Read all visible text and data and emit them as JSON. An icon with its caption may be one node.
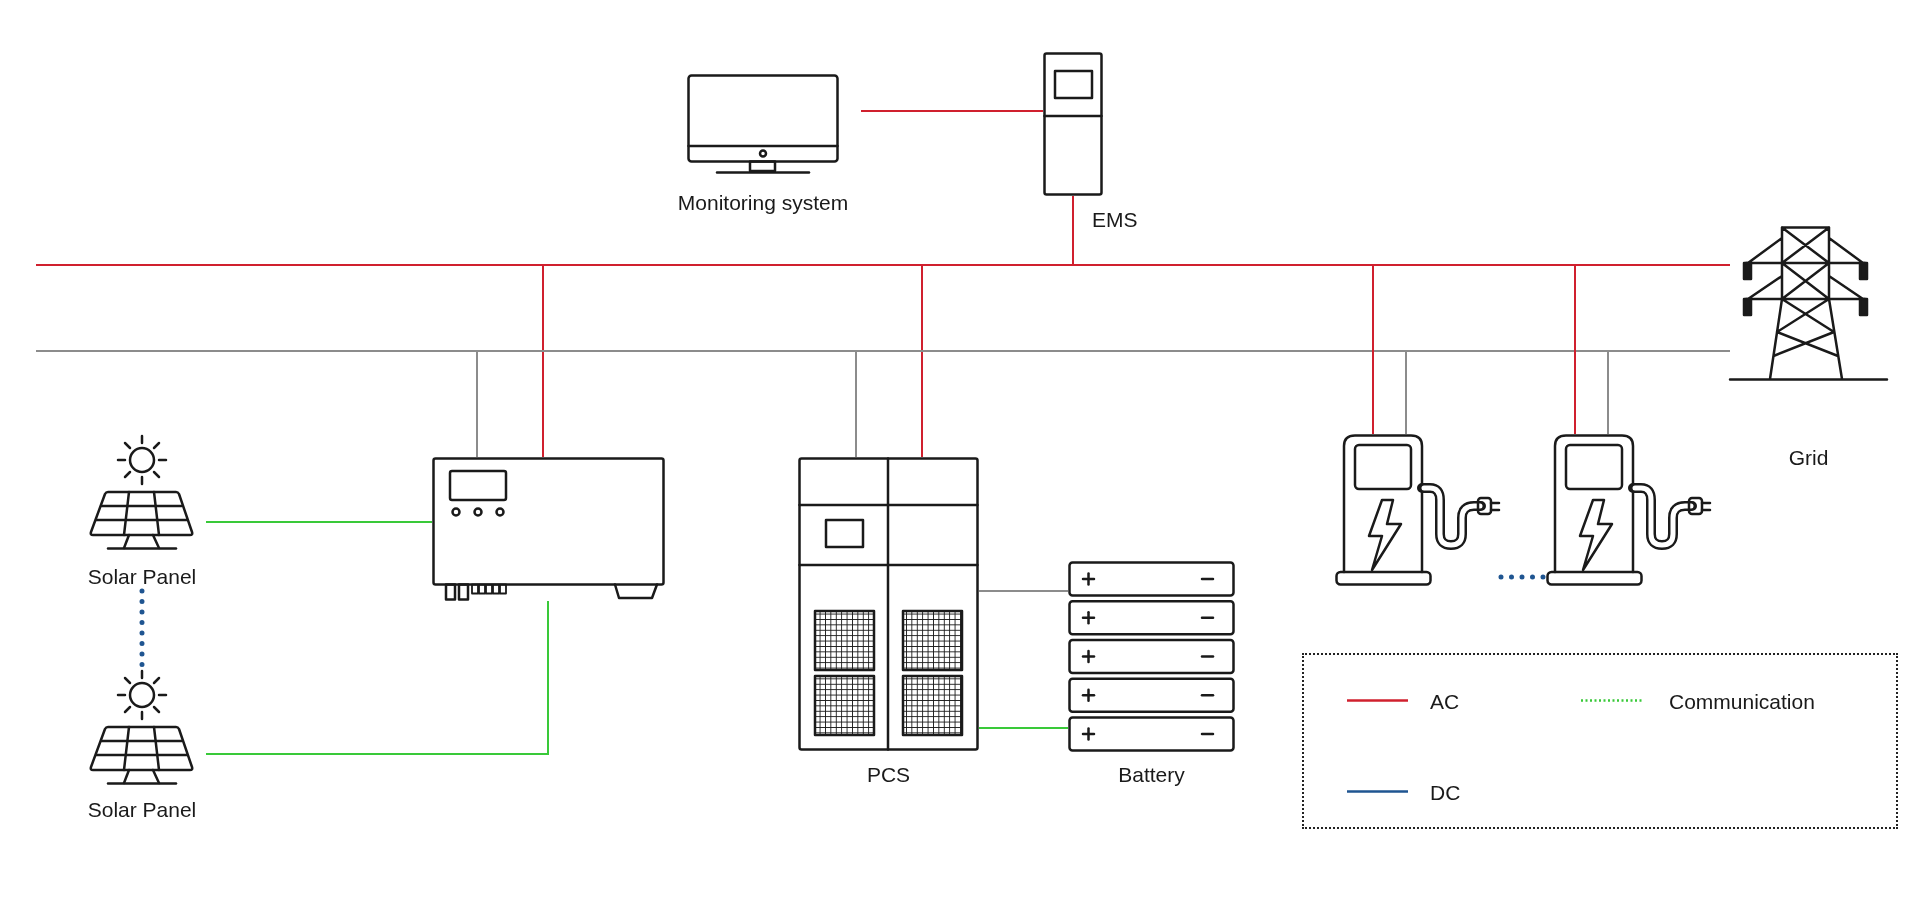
{
  "diagram": {
    "nodes": [
      {
        "text": [
          "Monitoring system"
        ]
      },
      {
        "text": [
          "EMS"
        ]
      },
      {
        "text": [
          "Solar Panel"
        ]
      },
      {
        "text": [],
        "shape": "picture"
      },
      {
        "text": [
          "PCS"
        ]
      },
      {
        "text": [
          "Battery"
        ]
      },
      {
        "text": [],
        "shape": "picture"
      },
      {
        "text": [],
        "shape": "picture"
      },
      {
        "text": [
          "Grid"
        ]
      },
      {
        "text": [
          "Solar Panel"
        ]
      }
    ],
    "edges": [
      {
        "from": 0,
        "to": 1,
        "arrow": "none"
      },
      {
        "from": null,
        "to": 8,
        "arrow": "none"
      },
      {
        "from": null,
        "to": 8,
        "arrow": "none",
        "color": "#8c8c8c"
      },
      {
        "from": 1,
        "to": 8,
        "arrow": "none"
      },
      {
        "from": 3,
        "to": 8,
        "arrow": "none"
      },
      {
        "from": 3,
        "to": 8,
        "arrow": "none",
        "color": "#8c8c8c"
      },
      {
        "from": 4,
        "to": 8,
        "arrow": "none"
      },
      {
        "from": 4,
        "to": 8,
        "arrow": "none",
        "color": "#8c8c8c"
      },
      {
        "from": 6,
        "to": 8,
        "arrow": "none"
      },
      {
        "from": 6,
        "to": 8,
        "arrow": "none",
        "color": "#8c8c8c"
      },
      {
        "from": 7,
        "to": 8,
        "arrow": "none"
      },
      {
        "from": 7,
        "to": 8,
        "arrow": "none",
        "color": "#8c8c8c"
      },
      {
        "from": 2,
        "to": 3,
        "arrow": "none",
        "color": "#39c939"
      },
      {
        "from": 9,
        "to": 3,
        "arrow": "none",
        "color": "#39c939"
      },
      {
        "from": 2,
        "to": 9,
        "arrow": "none",
        "style": "dashed",
        "color": "#1f5591"
      },
      {
        "from": 4,
        "to": 5,
        "arrow": "none",
        "color": "#8c8c8c"
      },
      {
        "from": 4,
        "to": 5,
        "arrow": "none",
        "color": "#39c939"
      },
      {
        "from": 6,
        "to": 7,
        "arrow": "none",
        "style": "dashed",
        "color": "#1f5591"
      }
    ],
    "legend": [
      {
        "text": "AC"
      },
      {
        "text": "Communication"
      },
      {
        "text": "DC"
      }
    ]
  }
}
